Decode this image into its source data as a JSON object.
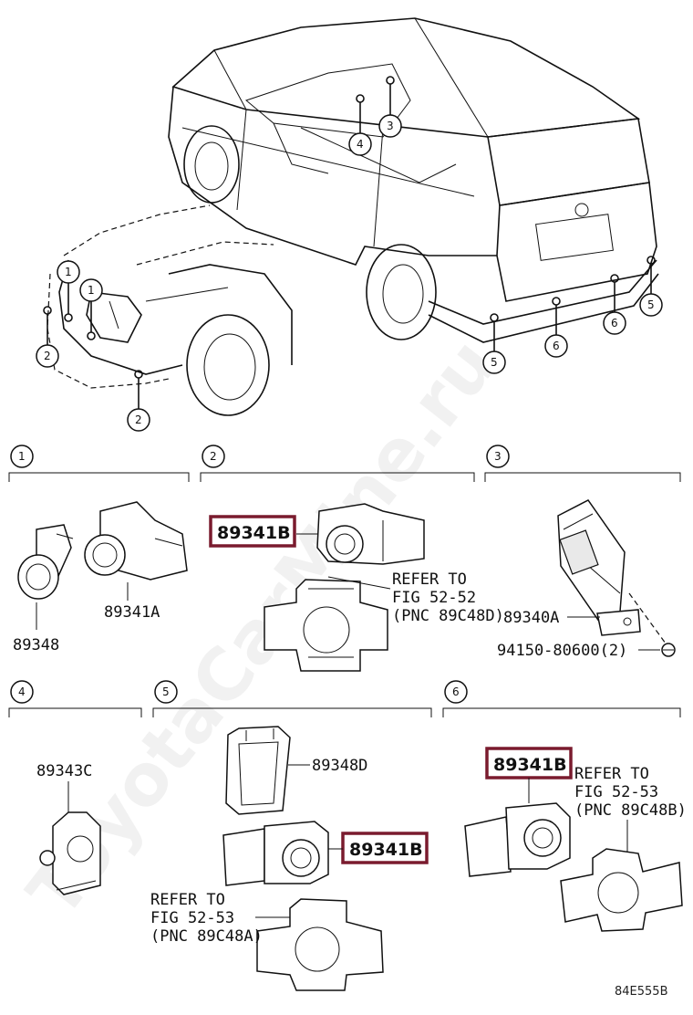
{
  "watermark": "ToyotaCarMine.ru",
  "callouts": [
    "1",
    "2",
    "3",
    "4",
    "5",
    "6"
  ],
  "sections": [
    {
      "num": "1",
      "parts": [
        "89348",
        "89341A"
      ]
    },
    {
      "num": "2",
      "part": "89341B",
      "refer": [
        "REFER TO",
        "FIG 52-52",
        "(PNC 89C48D)"
      ]
    },
    {
      "num": "3",
      "parts": [
        "89340A",
        "94150-80600(2)"
      ]
    },
    {
      "num": "4",
      "parts": [
        "89343C"
      ]
    },
    {
      "num": "5",
      "parts": [
        "89348D",
        "89341B"
      ],
      "refer": [
        "REFER TO",
        "FIG 52-53",
        "(PNC 89C48A)"
      ]
    },
    {
      "num": "6",
      "part": "89341B",
      "refer": [
        "REFER TO",
        "FIG 52-53",
        "(PNC 89C48B)"
      ]
    }
  ],
  "highlight_color": "#7a1b2e",
  "diagram_code": "84E555B"
}
